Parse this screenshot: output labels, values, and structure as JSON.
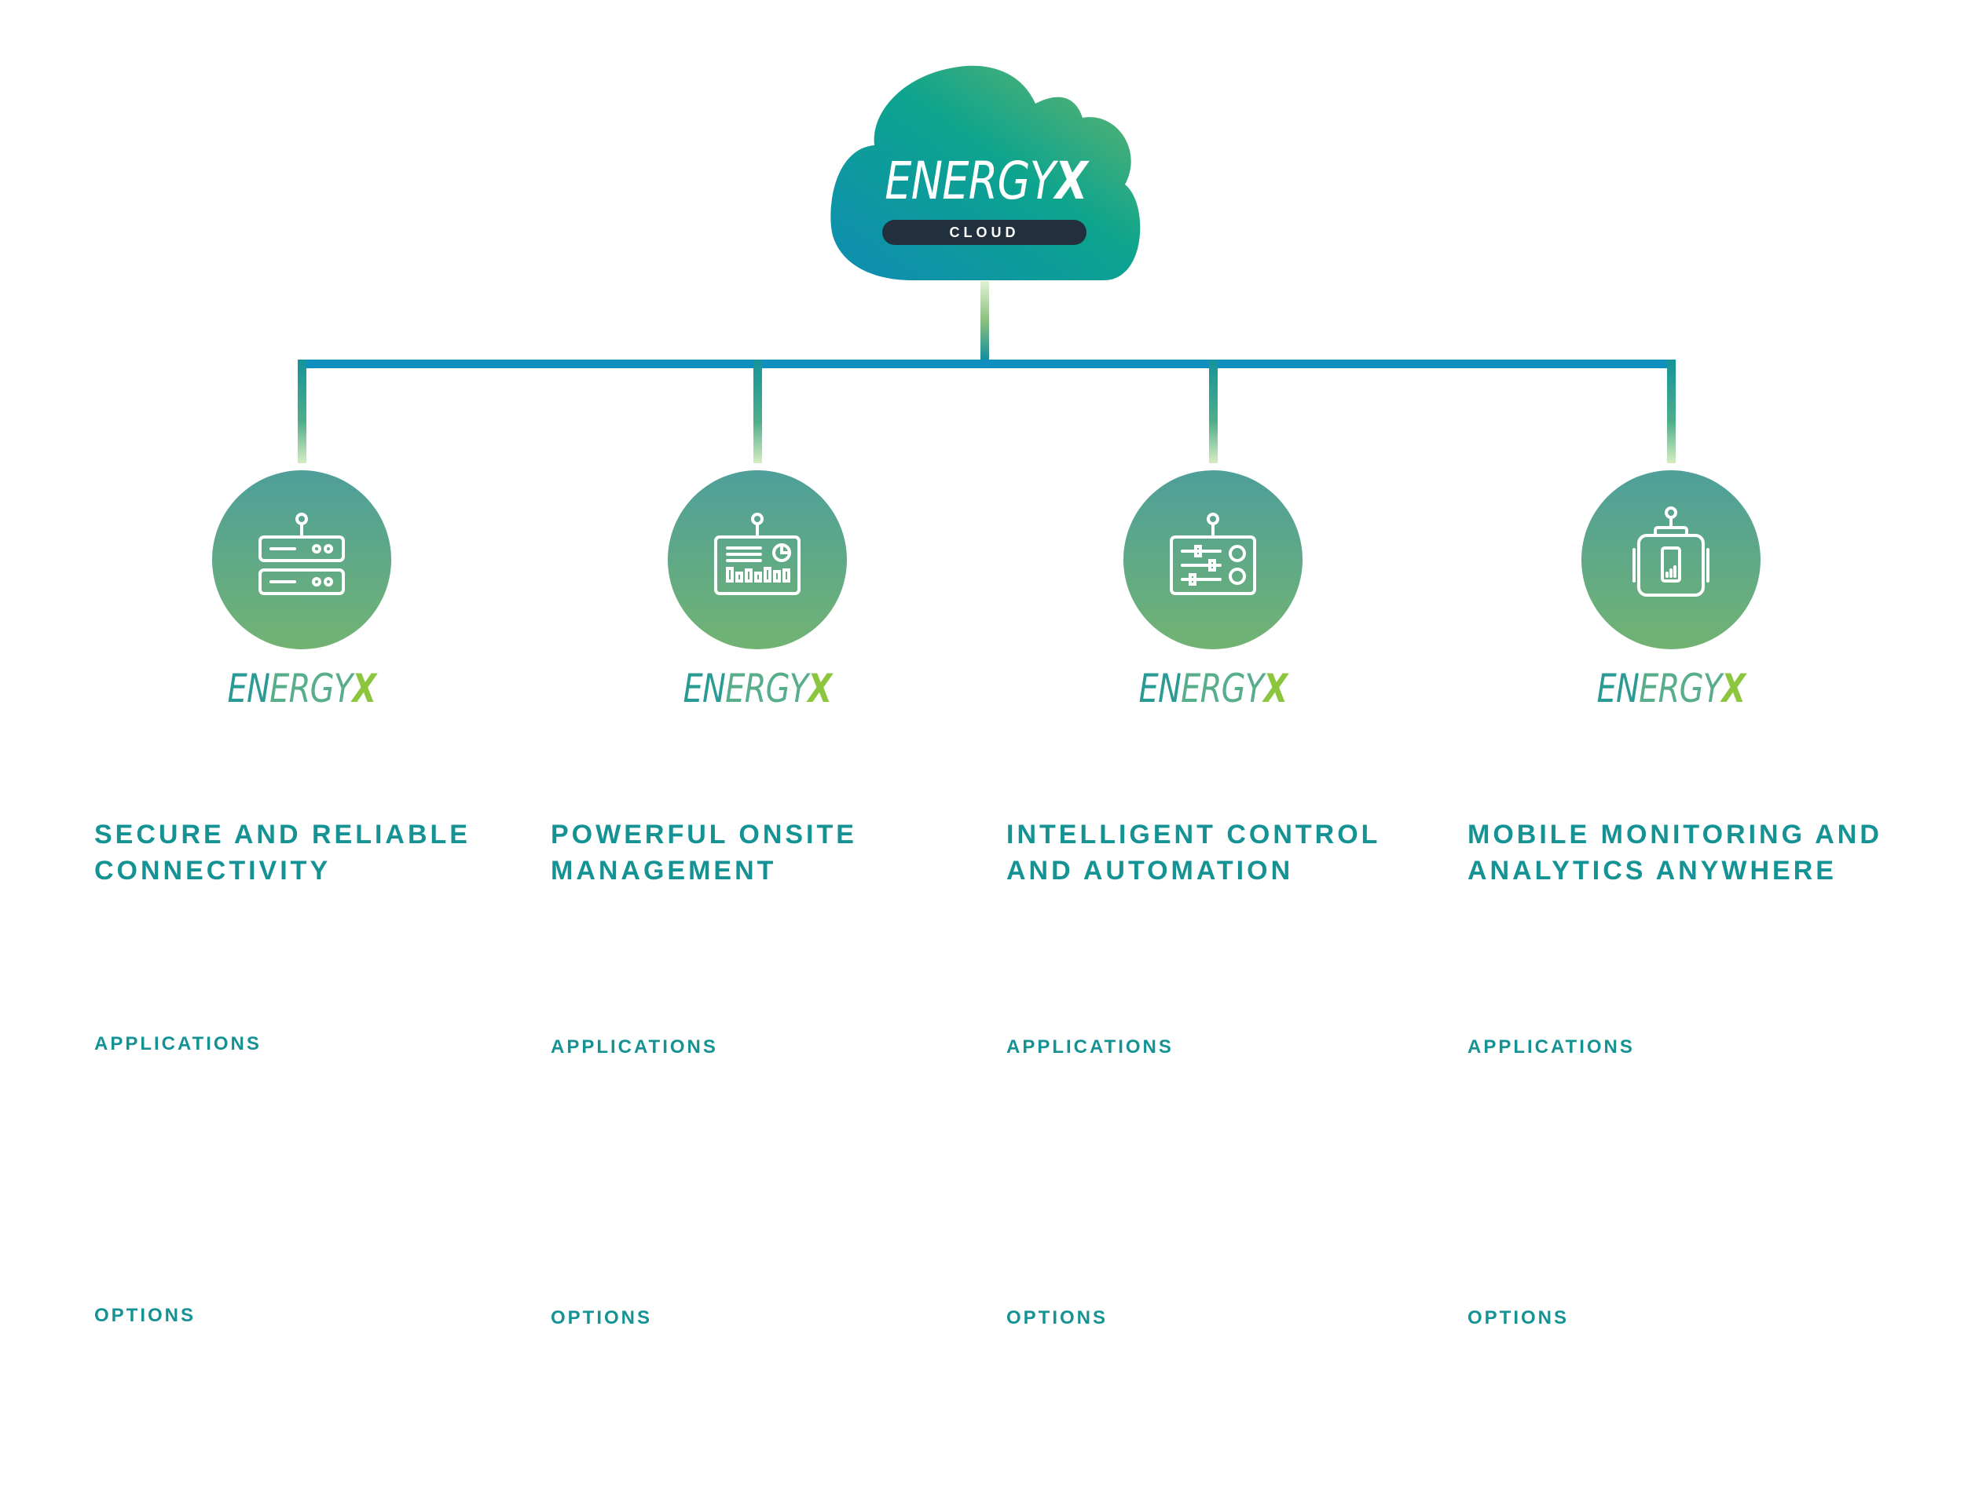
{
  "brand": {
    "wordmark_prefix": "ENERGY",
    "wordmark_suffix": "X",
    "wordmark_en": "EN",
    "wordmark_ergy": "ERGY",
    "cloud_label": "CLOUD"
  },
  "colors": {
    "teal_text": "#159294",
    "blue_line": "#0e8fbf",
    "green_accent": "#8cc63f",
    "pill_dark": "#21303c"
  },
  "nodes": [
    {
      "icon": "server-icon",
      "title_line1": "SECURE AND RELIABLE",
      "title_line2": "CONNECTIVITY",
      "applications_label": "APPLICATIONS",
      "options_label": "OPTIONS"
    },
    {
      "icon": "dashboard-display-icon",
      "title_line1": "POWERFUL ONSITE",
      "title_line2": "MANAGEMENT",
      "applications_label": "APPLICATIONS",
      "options_label": "OPTIONS"
    },
    {
      "icon": "control-panel-icon",
      "title_line1": "INTELLIGENT CONTROL",
      "title_line2": "AND AUTOMATION",
      "applications_label": "APPLICATIONS",
      "options_label": "OPTIONS"
    },
    {
      "icon": "mobile-device-icon",
      "title_line1": "MOBILE MONITORING AND",
      "title_line2": "ANALYTICS ANYWHERE",
      "applications_label": "APPLICATIONS",
      "options_label": "OPTIONS"
    }
  ]
}
